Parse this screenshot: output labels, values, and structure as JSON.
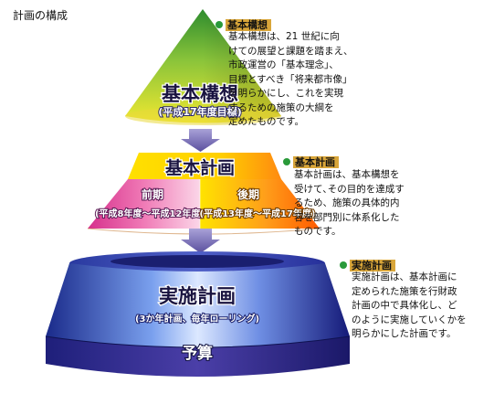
{
  "page_title": "計画の構成",
  "basic_concept": {
    "title": "基本構想",
    "sub": "(平成17年度目標)",
    "note_head": "基本構想",
    "note_lines": [
      "基本構想は、21 世紀に向",
      "けての展望と課題を踏まえ、",
      "市政運営の「基本理念」、",
      "目標とすべき「将来都市像」",
      "を明らかにし、これを実現",
      "するための施策の大綱を",
      "定めたものです。"
    ]
  },
  "basic_plan": {
    "title": "基本計画",
    "early_title": "前期",
    "early_sub": "(平成8年度〜平成12年度)",
    "late_title": "後期",
    "late_sub": "(平成13年度〜平成17年度)",
    "note_head": "基本計画",
    "note_lines": [
      "基本計画は、基本構想を",
      "受けて､その目的を達成す",
      "るため、施策の具体的内",
      "容を部門別に体系化した",
      "ものです。"
    ]
  },
  "implementation_plan": {
    "title": "実施計画",
    "sub": "(3か年計画、毎年ローリング)",
    "note_head": "実施計画",
    "note_lines": [
      "実施計画は、基本計画に",
      "定められた施策を行財政",
      "計画の中で具体化し、ど",
      "のように実施していくかを",
      "明らかにした計画です。"
    ]
  },
  "budget": {
    "title": "予算"
  },
  "colors": {
    "note_head_bg": "#d9a63a",
    "dot": "#2a9a3a",
    "arrow": "#7a6fb0"
  }
}
